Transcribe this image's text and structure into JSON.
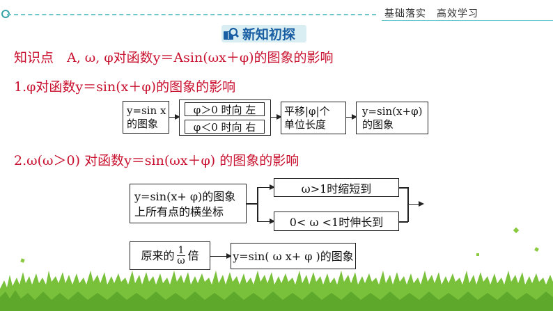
{
  "header": {
    "tagline": "基础落实　高效学习"
  },
  "section": {
    "title": "新知初探"
  },
  "knowledge_point": "知识点　A, ω, φ对函数y＝Asin(ωx＋φ)的图象的影响",
  "part1": {
    "heading": "1.φ对函数y＝sin(x＋φ)的图象的影响",
    "start_line1": "y=sin x",
    "start_line2": "的图象",
    "cond_left": "φ＞0 时向 左",
    "cond_right": "φ＜0 时向 右",
    "shift_line1": "平移|φ|个",
    "shift_line2": "单位长度",
    "result_line1": "y=sin(x+φ)",
    "result_line2": "的图象"
  },
  "part2": {
    "heading": "2.ω(ω＞0) 对函数y＝sin(ωx＋φ) 的图象的影响",
    "start_line1": "y=sin(x+ φ)的图象",
    "start_line2": "上所有点的横坐标",
    "cond_shrink": "ω>1时缩短到",
    "cond_stretch": "0< ω <1时伸长到",
    "times_prefix": "原来的",
    "frac_num": "1",
    "frac_den": "ω",
    "times_suffix": "倍",
    "result": "y=sin( ω x+ φ )的图象"
  },
  "colors": {
    "heading_red": "#c8102e",
    "title_blue": "#1a5fa3",
    "teal": "#37a5a9",
    "grass_green": "#7ac13b"
  }
}
